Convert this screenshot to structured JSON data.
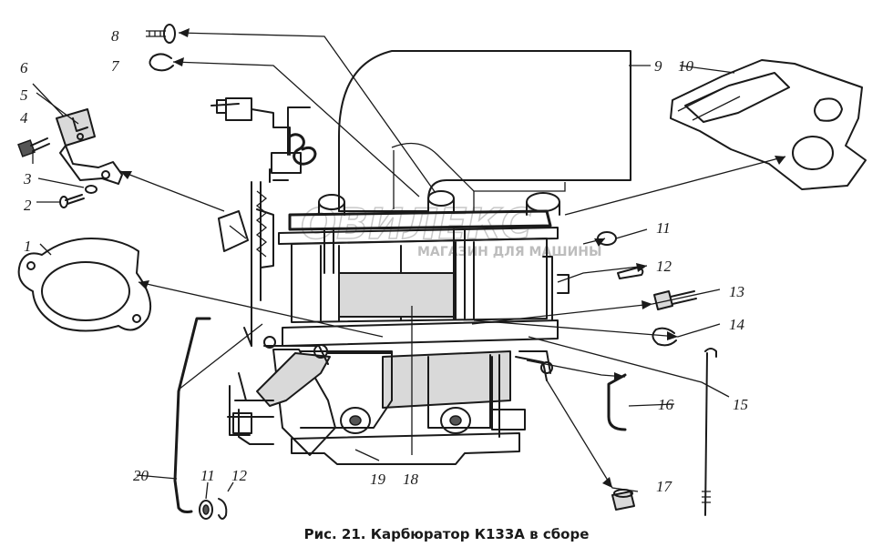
{
  "caption": "Рис. 21. Карбюратор К133А в сборе",
  "watermark": {
    "brand": "ОВИЛЕКС",
    "tagline": "МАГАЗИН ДЛЯ МАШИНЫ"
  },
  "labels": {
    "l1": "1",
    "l2": "2",
    "l3": "3",
    "l4": "4",
    "l5": "5",
    "l6": "6",
    "l7": "7",
    "l8": "8",
    "l9": "9",
    "l10": "10",
    "l11a": "11",
    "l11b": "11",
    "l12a": "12",
    "l12b": "12",
    "l13": "13",
    "l14": "14",
    "l15": "15",
    "l16": "16",
    "l17": "17",
    "l18": "18",
    "l19": "19",
    "l20": "20"
  }
}
